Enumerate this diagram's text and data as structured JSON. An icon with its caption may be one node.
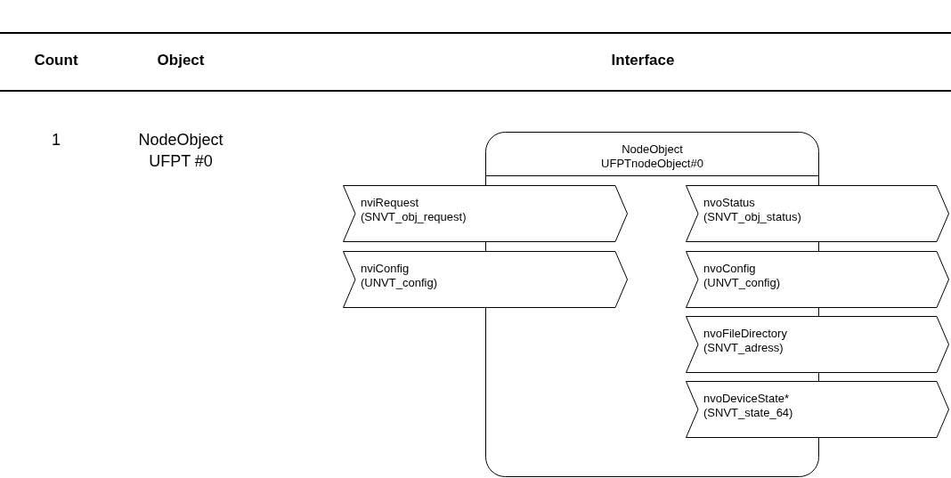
{
  "diagram": {
    "nodes": [
      {
        "text": [
          "NodeObject UFPTnodeObject#0"
        ]
      },
      {
        "text": [
          "nviRequest",
          "(SNVT_obj_request)"
        ]
      },
      {
        "text": [
          "nviConfig",
          "(UNVT_config)"
        ]
      },
      {
        "text": [
          "nvoStatus",
          "(SNVT_obj_status)"
        ]
      },
      {
        "text": [
          "nvoConfig",
          "(UNVT_config)"
        ]
      },
      {
        "text": [
          "nvoFileDirectory",
          "(SNVT_adress)"
        ]
      },
      {
        "text": [
          "nvoDeviceState*",
          "(SNVT_state_64)"
        ]
      }
    ],
    "labels": [
      "Count",
      "Object",
      "Interface",
      "1",
      "NodeObject UFPT #0"
    ]
  }
}
